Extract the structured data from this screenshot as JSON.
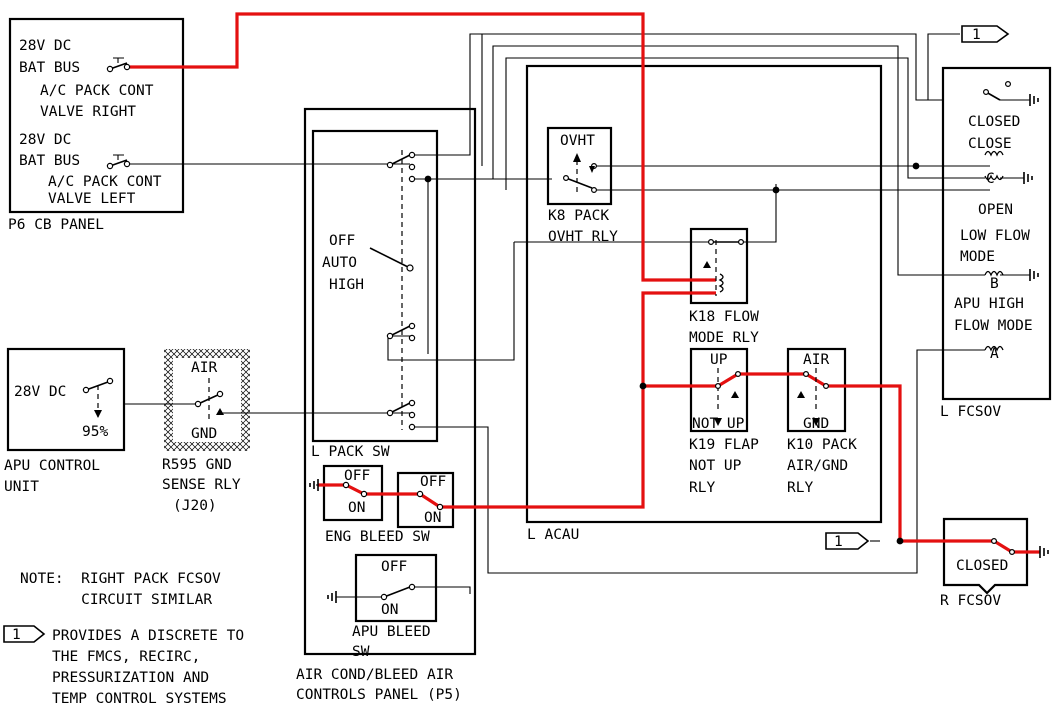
{
  "colors": {
    "highlight_wire": "#e41010",
    "wire": "#000000",
    "background": "#ffffff"
  },
  "p6": {
    "bus1": "28V DC",
    "bus1b": "BAT BUS",
    "cb1a": "A/C PACK CONT",
    "cb1b": "VALVE RIGHT",
    "bus2": "28V DC",
    "bus2b": "BAT BUS",
    "cb2a": "A/C PACK CONT",
    "cb2b": "VALVE LEFT",
    "panel": "P6 CB PANEL"
  },
  "pack_sw": {
    "off": "OFF",
    "auto": "AUTO",
    "high": "HIGH",
    "label": "L PACK SW"
  },
  "apu_ctrl": {
    "v": "28V DC",
    "pct": "95%",
    "label1": "APU CONTROL",
    "label2": "UNIT"
  },
  "r595": {
    "air": "AIR",
    "gnd": "GND",
    "l1": "R595 GND",
    "l2": "SENSE RLY",
    "l3": "(J20)"
  },
  "eng_bleed": {
    "off1": "OFF",
    "on1": "ON",
    "off2": "OFF",
    "on2": "ON",
    "label": "ENG BLEED SW"
  },
  "apu_bleed": {
    "off": "OFF",
    "on": "ON",
    "label1": "APU BLEED",
    "label2": "SW"
  },
  "p5": {
    "l1": "AIR COND/BLEED AIR",
    "l2": "CONTROLS PANEL (P5)"
  },
  "acau": {
    "label": "L ACAU",
    "k8": {
      "top": "OVHT",
      "l1": "K8 PACK",
      "l2": "OVHT RLY"
    },
    "k18": {
      "l1": "K18 FLOW",
      "l2": "MODE RLY"
    },
    "k19": {
      "up": "UP",
      "notup": "NOT UP",
      "l1": "K19 FLAP",
      "l2": "NOT UP",
      "l3": "RLY"
    },
    "k10": {
      "air": "AIR",
      "gnd": "GND",
      "l1": "K10 PACK",
      "l2": "AIR/GND",
      "l3": "RLY"
    }
  },
  "lfcsov": {
    "closed": "CLOSED",
    "close": "CLOSE",
    "c": "C",
    "open": "OPEN",
    "low1": "LOW FLOW",
    "low2": "MODE",
    "b": "B",
    "high1": "APU HIGH",
    "high2": "FLOW MODE",
    "a": "A",
    "label": "L FCSOV"
  },
  "rfcsov": {
    "closed": "CLOSED",
    "label": "R FCSOV"
  },
  "flag": "1",
  "note": {
    "l1": "NOTE:  RIGHT PACK FCSOV",
    "l2": "       CIRCUIT SIMILAR"
  },
  "legend": {
    "l1": "PROVIDES A DISCRETE TO",
    "l2": "THE FMCS, RECIRC,",
    "l3": "PRESSURIZATION AND",
    "l4": "TEMP CONTROL SYSTEMS"
  }
}
